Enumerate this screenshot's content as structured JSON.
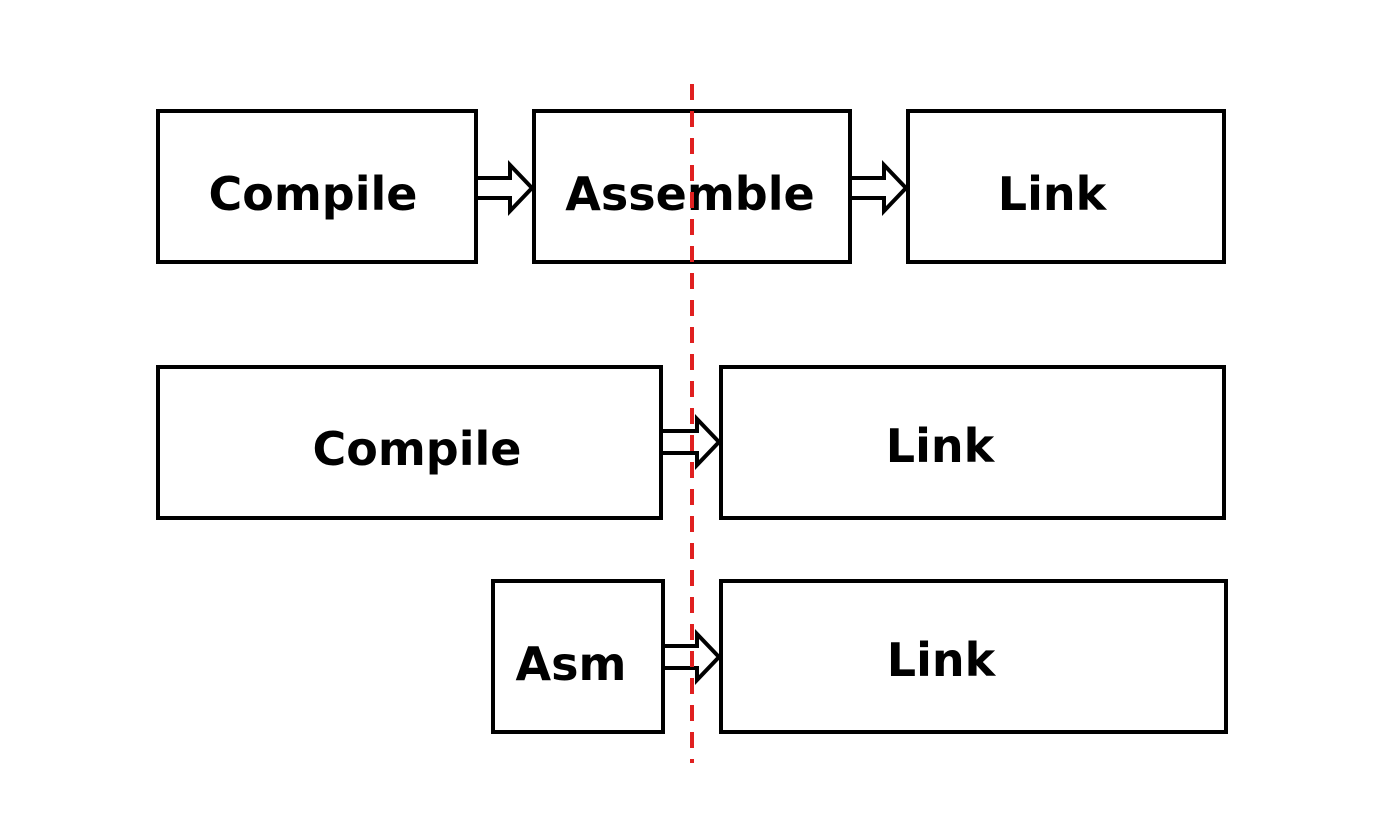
{
  "pipelines": [
    {
      "stages": [
        {
          "label": "Compile"
        },
        {
          "label": "Assemble"
        },
        {
          "label": "Link"
        }
      ]
    },
    {
      "stages": [
        {
          "label": "Compile"
        },
        {
          "label": "Link"
        }
      ]
    },
    {
      "stages": [
        {
          "label": "Asm"
        },
        {
          "label": "Link"
        }
      ]
    }
  ],
  "colors": {
    "box_stroke": "#000000",
    "text": "#000000",
    "divider": "#e02020"
  }
}
